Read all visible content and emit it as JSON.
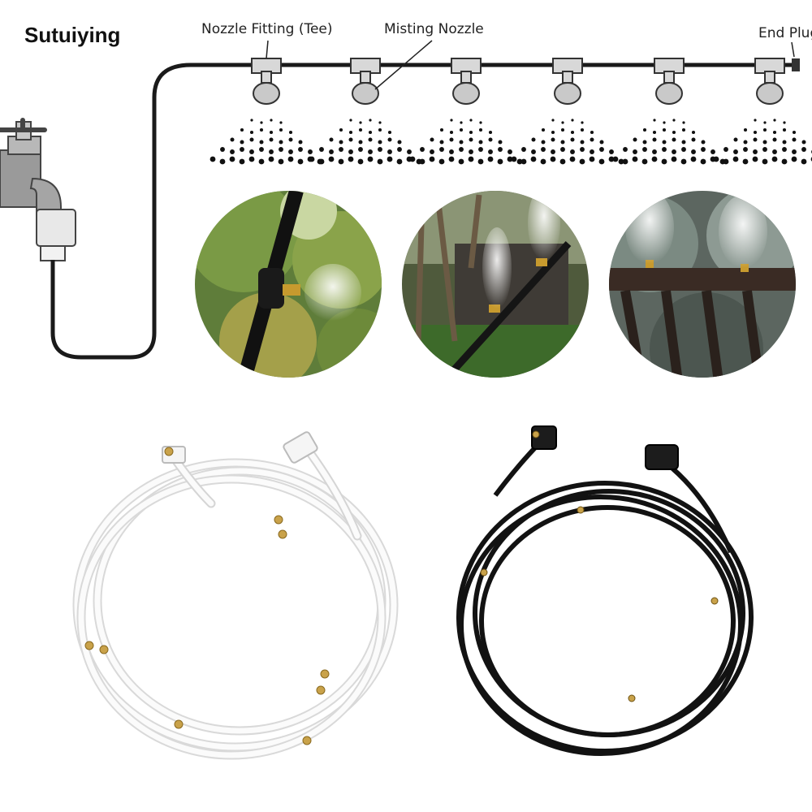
{
  "brand": "Sutuiying",
  "diagram": {
    "labels": {
      "tee": "Nozzle Fitting (Tee)",
      "nozzle": "Misting Nozzle",
      "end_plug": "End Plug"
    }
  },
  "photos": {
    "items": [
      "garden-stake-mister",
      "tree-misting-line",
      "railing-misting-line"
    ]
  },
  "coils": {
    "items": [
      "white-misting-line-coil",
      "black-misting-line-coil"
    ]
  }
}
